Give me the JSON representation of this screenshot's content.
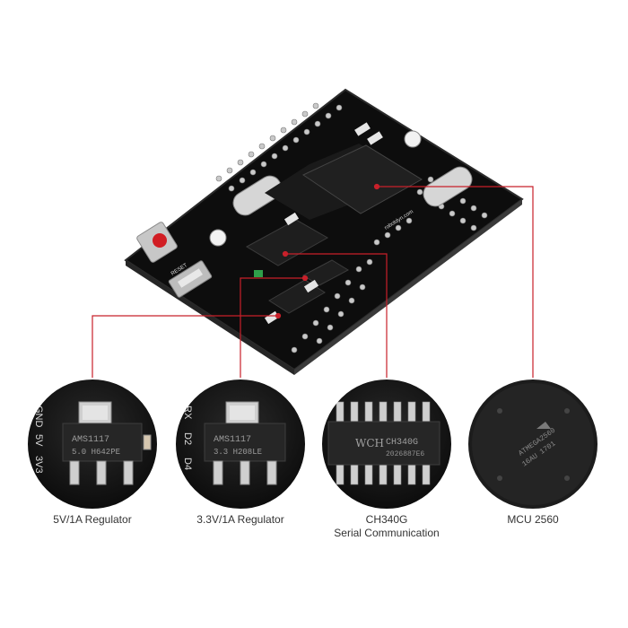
{
  "board": {
    "silkscreen": [
      "RESET",
      "robotdyn.com",
      "GND",
      "5V",
      "3V3",
      "RX",
      "D2",
      "D4"
    ]
  },
  "chips": {
    "regulator_5v": {
      "line1": "AMS1117",
      "line2": "5.0 H642PE"
    },
    "regulator_3v3": {
      "line1": "AMS1117",
      "line2": "3.3 H208LE"
    },
    "ch340": {
      "logo": "WCH",
      "line1": "CH340G",
      "line2": "2026887E6"
    },
    "mcu": {
      "line1": "ATMEGA2560",
      "line2": "16AU 1701"
    }
  },
  "callouts": [
    {
      "label": "5V/1A Regulator",
      "sublabel": ""
    },
    {
      "label": "3.3V/1A Regulator",
      "sublabel": ""
    },
    {
      "label": "CH340G",
      "sublabel": "Serial Communication"
    },
    {
      "label": "MCU 2560",
      "sublabel": ""
    }
  ],
  "colors": {
    "pcb": "#111111",
    "leader_line": "#c8202a",
    "reset_button": "#d11d23"
  }
}
